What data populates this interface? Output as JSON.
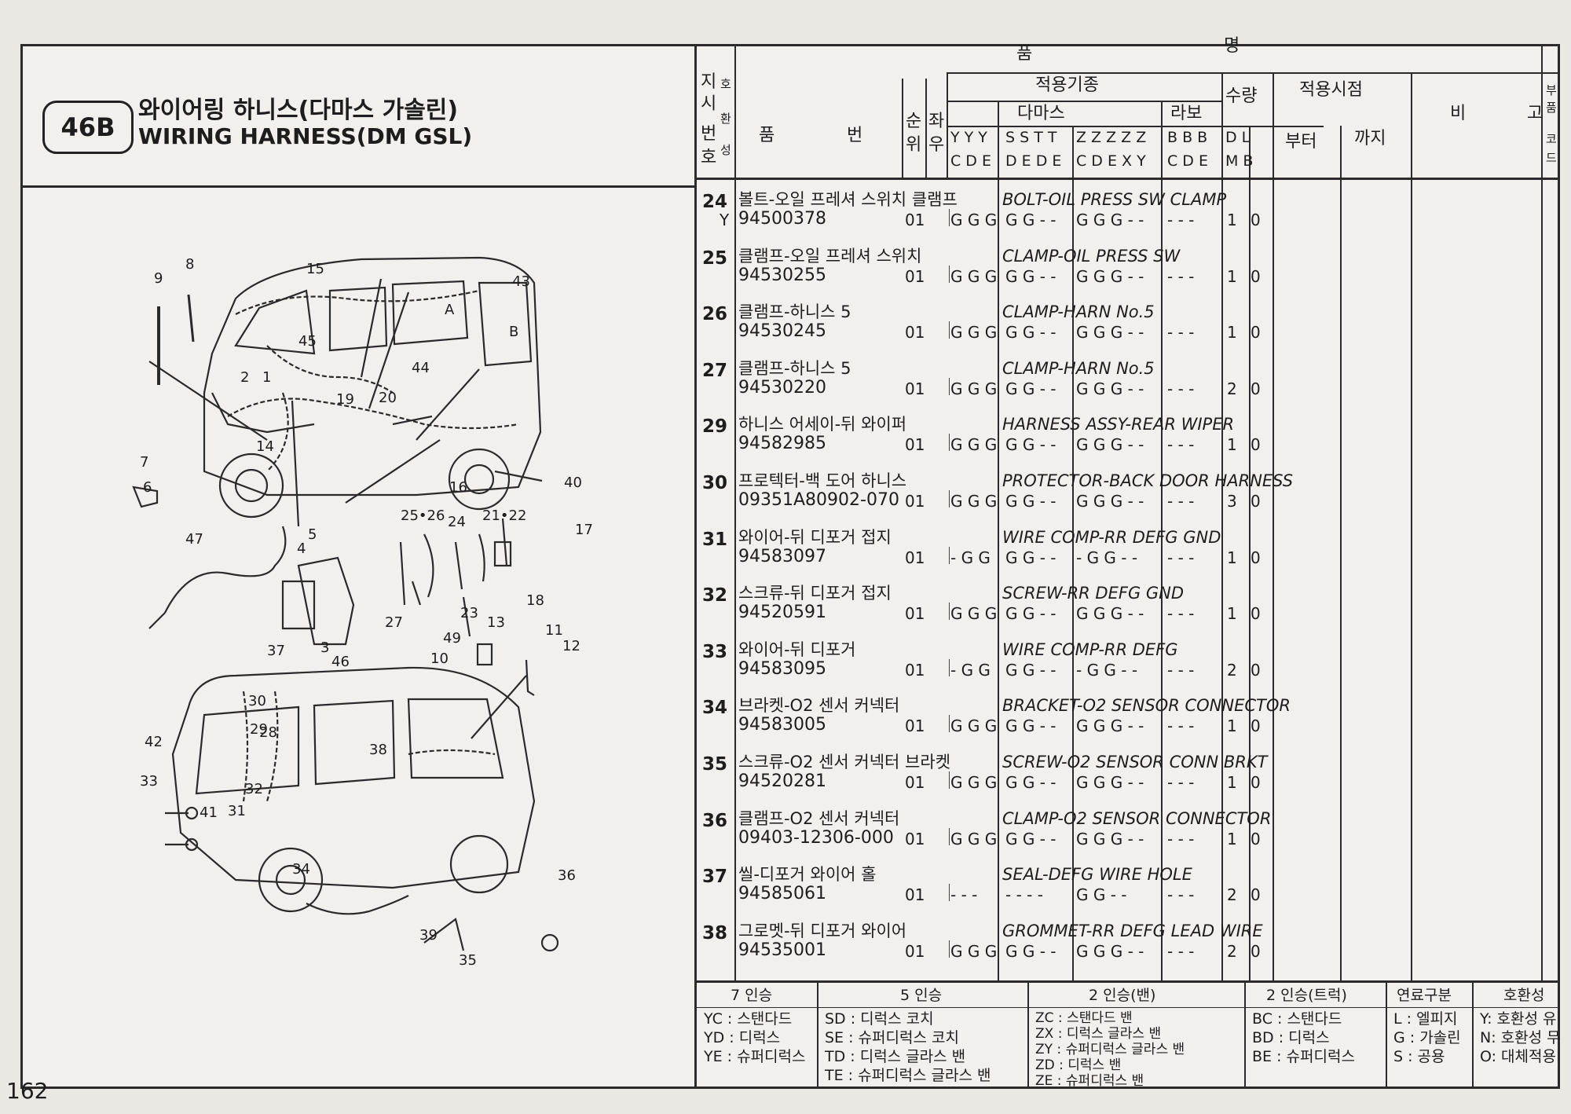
{
  "section": {
    "code": "46B",
    "title_kr": "와이어링 하니스(다마스 가솔린)",
    "title_en": "WIRING HARNESS(DM GSL)"
  },
  "headers": {
    "pummyeong_left": "품",
    "pummyeong_right": "명",
    "jisi_beonho": [
      "지",
      "시",
      "번",
      "호"
    ],
    "hohwanseong": [
      "호",
      "환",
      "성"
    ],
    "pum": "품",
    "beon": "번",
    "sunwi": [
      "순",
      "위"
    ],
    "jwau": [
      "좌",
      "우"
    ],
    "jeogyong_gijun": "적용기종",
    "damas": "다마스",
    "labo": "라보",
    "suryang": "수량",
    "jeogyong_sijeom": "적용시점",
    "bigo_left": "비",
    "bigo_right": "고",
    "buteo": "부터",
    "kkaji": "까지",
    "bupum_code": [
      "부",
      "품",
      "코",
      "드"
    ],
    "y_cols_top": "Y Y Y",
    "y_cols_bot": "C D E",
    "s_cols_top": "S S T T",
    "s_cols_bot": "D E D E",
    "z_cols_top": "Z Z Z Z Z",
    "z_cols_bot": "C D E X Y",
    "b_cols_top": "B B B",
    "b_cols_bot": "C D E",
    "dl_top": "D  L",
    "dl_bot": "M  B"
  },
  "rows": [
    {
      "no": "24",
      "flag": "Y",
      "name_kr": "볼트-오일 프레셔 스위치 클램프",
      "part_no": "94500378",
      "seq": "01",
      "y": "G G G",
      "s": "G G - -",
      "z": "G G G - -",
      "b": "- - -",
      "dm": "1",
      "lb": "0",
      "name_en": "BOLT-OIL PRESS SW CLAMP"
    },
    {
      "no": "25",
      "flag": "",
      "name_kr": "클램프-오일 프레셔 스위치",
      "part_no": "94530255",
      "seq": "01",
      "y": "G G G",
      "s": "G G - -",
      "z": "G G G - -",
      "b": "- - -",
      "dm": "1",
      "lb": "0",
      "name_en": "CLAMP-OIL PRESS SW"
    },
    {
      "no": "26",
      "flag": "",
      "name_kr": "클램프-하니스 5",
      "part_no": "94530245",
      "seq": "01",
      "y": "G G G",
      "s": "G G - -",
      "z": "G G G - -",
      "b": "- - -",
      "dm": "1",
      "lb": "0",
      "name_en": "CLAMP-HARN No.5"
    },
    {
      "no": "27",
      "flag": "",
      "name_kr": "클램프-하니스 5",
      "part_no": "94530220",
      "seq": "01",
      "y": "G G G",
      "s": "G G - -",
      "z": "G G G - -",
      "b": "- - -",
      "dm": "2",
      "lb": "0",
      "name_en": "CLAMP-HARN No.5"
    },
    {
      "no": "29",
      "flag": "",
      "name_kr": "하니스 어세이-뒤 와이퍼",
      "part_no": "94582985",
      "seq": "01",
      "y": "G G G",
      "s": "G G - -",
      "z": "G G G - -",
      "b": "- - -",
      "dm": "1",
      "lb": "0",
      "name_en": "HARNESS ASSY-REAR WIPER"
    },
    {
      "no": "30",
      "flag": "",
      "name_kr": "프로텍터-백 도어 하니스",
      "part_no": "09351A80902-070",
      "seq": "01",
      "y": "G G G",
      "s": "G G - -",
      "z": "G G G - -",
      "b": "- - -",
      "dm": "3",
      "lb": "0",
      "name_en": "PROTECTOR-BACK DOOR HARNESS"
    },
    {
      "no": "31",
      "flag": "",
      "name_kr": "와이어-뒤 디포거 접지",
      "part_no": "94583097",
      "seq": "01",
      "y": "- G G",
      "s": "G G - -",
      "z": "- G G - -",
      "b": "- - -",
      "dm": "1",
      "lb": "0",
      "name_en": "WIRE COMP-RR DEFG GND"
    },
    {
      "no": "32",
      "flag": "",
      "name_kr": "스크류-뒤 디포거 접지",
      "part_no": "94520591",
      "seq": "01",
      "y": "G G G",
      "s": "G G - -",
      "z": "G G G - -",
      "b": "- - -",
      "dm": "1",
      "lb": "0",
      "name_en": "SCREW-RR DEFG GND"
    },
    {
      "no": "33",
      "flag": "",
      "name_kr": "와이어-뒤 디포거",
      "part_no": "94583095",
      "seq": "01",
      "y": "- G G",
      "s": "G G - -",
      "z": "- G G - -",
      "b": "- - -",
      "dm": "2",
      "lb": "0",
      "name_en": "WIRE COMP-RR DEFG"
    },
    {
      "no": "34",
      "flag": "",
      "name_kr": "브라켓-O2 센서 커넥터",
      "part_no": "94583005",
      "seq": "01",
      "y": "G G G",
      "s": "G G - -",
      "z": "G G G - -",
      "b": "- - -",
      "dm": "1",
      "lb": "0",
      "name_en": "BRACKET-O2 SENSOR CONNECTOR"
    },
    {
      "no": "35",
      "flag": "",
      "name_kr": "스크류-O2 센서 커넥터 브라켓",
      "part_no": "94520281",
      "seq": "01",
      "y": "G G G",
      "s": "G G - -",
      "z": "G G G - -",
      "b": "- - -",
      "dm": "1",
      "lb": "0",
      "name_en": "SCREW-O2 SENSOR CONN BRKT"
    },
    {
      "no": "36",
      "flag": "",
      "name_kr": "클램프-O2 센서 커넥터",
      "part_no": "09403-12306-000",
      "seq": "01",
      "y": "G G G",
      "s": "G G - -",
      "z": "G G G - -",
      "b": "- - -",
      "dm": "1",
      "lb": "0",
      "name_en": "CLAMP-O2 SENSOR CONNECTOR"
    },
    {
      "no": "37",
      "flag": "",
      "name_kr": "씰-디포거 와이어 홀",
      "part_no": "94585061",
      "seq": "01",
      "y": "- - -",
      "s": "- - - -",
      "z": "G G - -",
      "b": "- - -",
      "dm": "2",
      "lb": "0",
      "name_en": "SEAL-DEFG WIRE HOLE"
    },
    {
      "no": "38",
      "flag": "",
      "name_kr": "그로멧-뒤 디포거 와이어",
      "part_no": "94535001",
      "seq": "01",
      "y": "G G G",
      "s": "G G - -",
      "z": "G G G - -",
      "b": "- - -",
      "dm": "2",
      "lb": "0",
      "name_en": "GROMMET-RR DEFG LEAD WIRE"
    }
  ],
  "legend": {
    "seven_seat": {
      "title": "7 인승",
      "items": [
        "YC : 스탠다드",
        "YD : 디럭스",
        "YE : 슈퍼디럭스"
      ]
    },
    "five_seat": {
      "title": "5 인승",
      "items": [
        "SD : 디럭스 코치",
        "SE : 슈퍼디럭스 코치",
        "TD : 디럭스 글라스 밴",
        "TE : 슈퍼디럭스 글라스 밴"
      ]
    },
    "two_seat_van": {
      "title": "2 인승(밴)",
      "items": [
        "ZC : 스탠다드 밴",
        "ZX : 디럭스 글라스 밴",
        "ZY : 슈퍼디럭스 글라스 밴",
        "ZD : 디럭스 밴",
        "ZE : 슈퍼디럭스 밴"
      ]
    },
    "two_seat_truck": {
      "title": "2 인승(트럭)",
      "items": [
        "BC : 스탠다드",
        "BD : 디럭스",
        "BE : 슈퍼디럭스"
      ]
    },
    "fuel": {
      "title": "연료구분",
      "items": [
        "L : 엘피지",
        "G : 가솔린",
        "S : 공용"
      ]
    },
    "interchange": {
      "title": "호환성",
      "items": [
        "Y: 호환성 유",
        "N: 호환성 무",
        "O: 대체적용"
      ]
    }
  },
  "callouts": [
    "9",
    "8",
    "15",
    "43",
    "A",
    "B",
    "45",
    "44",
    "1",
    "19",
    "20",
    "2",
    "14",
    "7",
    "6",
    "40",
    "16",
    "47",
    "5",
    "4",
    "25•26",
    "24",
    "21•22",
    "17",
    "18",
    "27",
    "23",
    "13",
    "3",
    "46",
    "49",
    "11",
    "12",
    "37",
    "10",
    "30",
    "29",
    "28",
    "38",
    "42",
    "33",
    "32",
    "31",
    "41",
    "34",
    "36",
    "39",
    "35"
  ],
  "page_number": "162"
}
